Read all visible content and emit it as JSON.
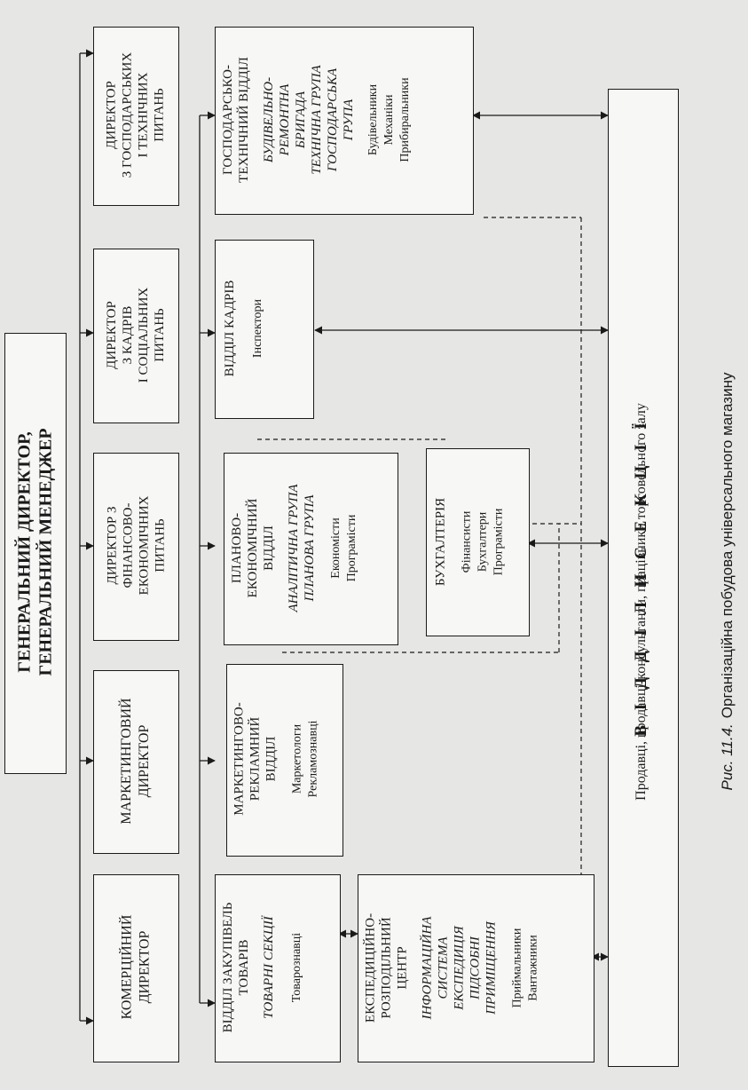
{
  "diagram": {
    "top": {
      "line1": "ГЕНЕРАЛЬНИЙ ДИРЕКТОР,",
      "line2": "ГЕНЕРАЛЬНИЙ МЕНЕДЖЕР"
    },
    "directors": [
      {
        "lines": [
          "ДИРЕКТОР",
          "З ГОСПОДАРСЬКИХ",
          "І ТЕХНІЧНИХ",
          "ПИТАНЬ"
        ]
      },
      {
        "lines": [
          "ДИРЕКТОР",
          "З КАДРІВ",
          "І СОЦІАЛЬНИХ",
          "ПИТАНЬ"
        ]
      },
      {
        "lines": [
          "ДИРЕКТОР З",
          "ФІНАНСОВО-",
          "ЕКОНОМІЧНИХ",
          "ПИТАНЬ"
        ]
      },
      {
        "lines": [
          "МАРКЕТИНГОВИЙ",
          "ДИРЕКТОР"
        ]
      },
      {
        "lines": [
          "КОМЕРЦІЙНИЙ",
          "ДИРЕКТОР"
        ]
      }
    ],
    "departments": {
      "economic_tech": {
        "title": [
          "ГОСПОДАРСЬКО-",
          "ТЕХНІЧНИЙ ВІДДІЛ"
        ],
        "groups": [
          "БУДІВЕЛЬНО-",
          "РЕМОНТНА",
          "БРИГАДА",
          "ТЕХНІЧНА ГРУПА",
          "ГОСПОДАРСЬКА",
          "ГРУПА"
        ],
        "staff": [
          "Будівельники",
          "Механіки",
          "Прибиральники"
        ]
      },
      "hr": {
        "title": [
          "ВІДДІЛ КАДРІВ"
        ],
        "staff": [
          "Інспектори"
        ]
      },
      "planning": {
        "title": [
          "ПЛАНОВО-",
          "ЕКОНОМІЧНИЙ",
          "ВІДДІЛ"
        ],
        "groups": [
          "АНАЛІТИЧНА ГРУПА",
          "ПЛАНОВА ГРУПА"
        ],
        "staff": [
          "Економісти",
          "Програмісти"
        ]
      },
      "accounting": {
        "title": [
          "БУХГАЛТЕРІЯ"
        ],
        "staff": [
          "Фінансисти",
          "Бухгалтери",
          "Програмісти"
        ]
      },
      "marketing": {
        "title": [
          "МАРКЕТИНГОВО-",
          "РЕКЛАМНИЙ",
          "ВІДДІЛ"
        ],
        "staff": [
          "Маркетологи",
          "Рекламознавці"
        ]
      },
      "purchasing": {
        "title": [
          "ВІДДІЛ ЗАКУПІВЕЛЬ",
          "ТОВАРІВ"
        ],
        "groups": [
          "ТОВАРНІ СЕКЦІЇ"
        ],
        "staff": [
          "Товарознавці"
        ]
      },
      "distribution": {
        "title": [
          "ЕКСПЕДИЦІЙНО-",
          "РОЗПОДІЛЬНИЙ",
          "ЦЕНТР"
        ],
        "groups": [
          "ІНФОРМАЦІЙНА",
          "СИСТЕМА",
          "ЕКСПЕДИЦІЯ",
          "ПІДСОБНІ",
          "ПРИМІЩЕННЯ"
        ],
        "staff": [
          "Приймальники",
          "Вантажники"
        ]
      }
    },
    "sections": {
      "title": "В І Д Д І Л И   С Е К Ц І Ї",
      "staff": "Продавці, продавці-консультанти, працівники торговельного залу"
    },
    "caption": {
      "label": "Рис. 11.4.",
      "text": "Організаційна побудова універсального магазину"
    },
    "colors": {
      "box_fill": "#f7f7f5",
      "line": "#1a1a1a",
      "page": "#e6e6e4"
    }
  }
}
